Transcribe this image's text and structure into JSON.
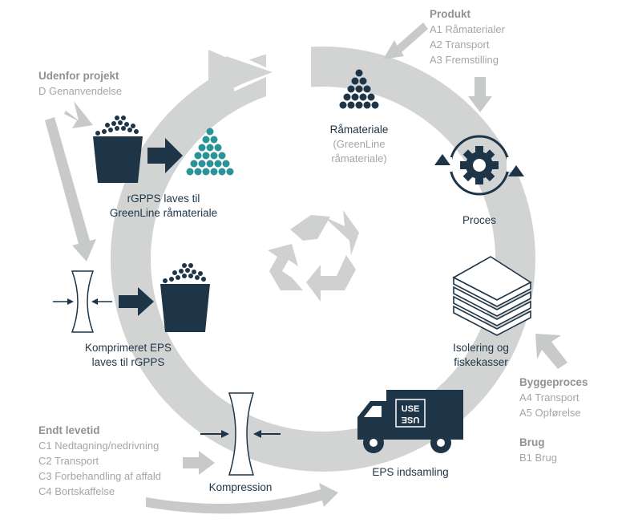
{
  "colors": {
    "navy": "#1e3548",
    "teal": "#2a9397",
    "ring_gray": "#d2d4d3",
    "text_gray": "#a3a6a8"
  },
  "stages": {
    "raw_material": {
      "lines": [
        "Råmateriale",
        "(GreenLine",
        "råmateriale)"
      ],
      "icon": "bead-pyramid-icon"
    },
    "process": {
      "label": "Proces",
      "icon": "gear-cycle-icon"
    },
    "insulation": {
      "lines": [
        "Isolering og",
        "fiskekasser"
      ],
      "icon": "eps-boards-icon"
    },
    "collection": {
      "label": "EPS indsamling",
      "icon": "truck-icon",
      "truck_logo": [
        "USE",
        "USE"
      ]
    },
    "compression": {
      "label": "Kompression",
      "icon": "compression-icon"
    },
    "compressed": {
      "lines": [
        "Komprimeret EPS",
        "laves til rGPPS"
      ],
      "icon": "compression-icon"
    },
    "rgpps": {
      "lines": [
        "rGPPS laves til",
        "GreenLine råmateriale"
      ],
      "icon": "bucket-icon"
    }
  },
  "groups": {
    "produkt": {
      "title": "Produkt",
      "items": [
        "A1 Råmaterialer",
        "A2 Transport",
        "A3 Fremstilling"
      ]
    },
    "udenfor": {
      "title": "Udenfor projekt",
      "items": [
        "D Genanvendelse"
      ]
    },
    "byggeproces": {
      "title": "Byggeproces",
      "items": [
        "A4 Transport",
        "A5 Opførelse"
      ]
    },
    "brug": {
      "title": "Brug",
      "items": [
        "B1 Brug"
      ]
    },
    "endt": {
      "title": "Endt levetid",
      "items": [
        "C1 Nedtagning/nedrivning",
        "C2 Transport",
        "C3 Forbehandling af affald",
        "C4 Bortskaffelse"
      ]
    }
  }
}
